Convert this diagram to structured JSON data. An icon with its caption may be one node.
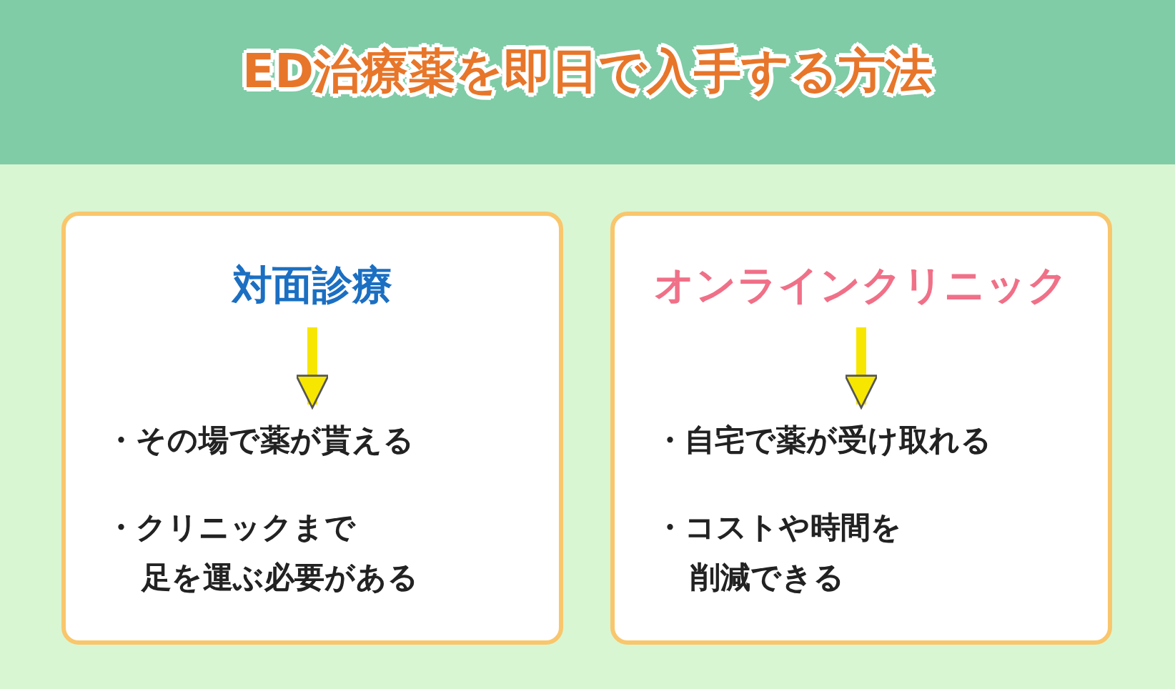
{
  "diagram": {
    "title": "ED治療薬を即日で入手する方法",
    "nodes": [
      {
        "text": [],
        "shape": "box"
      },
      {
        "text": [
          "対面診療"
        ],
        "in": 0
      },
      {
        "text": [
          "・その場で薬が貰える",
          "・クリニックまで足を運ぶ必要がある"
        ],
        "in": 0
      },
      {
        "text": [],
        "shape": "box"
      },
      {
        "text": [
          "オンラインクリニック"
        ],
        "in": 3
      },
      {
        "text": [
          "・自宅で薬が受け取れる",
          "・コストや時間を削減できる"
        ],
        "in": 3
      }
    ],
    "edges": [
      {
        "from": 1,
        "to": 2,
        "arrow": "to",
        "color": "#f7e600"
      },
      {
        "from": 4,
        "to": 5,
        "arrow": "to",
        "color": "#f7e600"
      }
    ]
  }
}
